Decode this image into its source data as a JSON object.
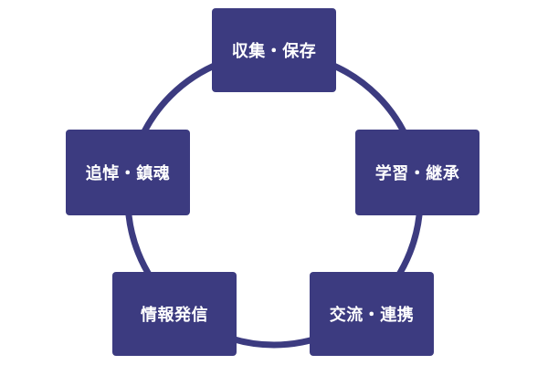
{
  "diagram": {
    "type": "cycle",
    "colors": {
      "node_fill": "#3c3b80",
      "ring": "#3c3b80",
      "label": "#ffffff",
      "background": "#ffffff"
    },
    "nodes": [
      {
        "label": "収集・保存"
      },
      {
        "label": "学習・継承"
      },
      {
        "label": "交流・連携"
      },
      {
        "label": "情報発信"
      },
      {
        "label": "追悼・鎮魂"
      }
    ]
  }
}
